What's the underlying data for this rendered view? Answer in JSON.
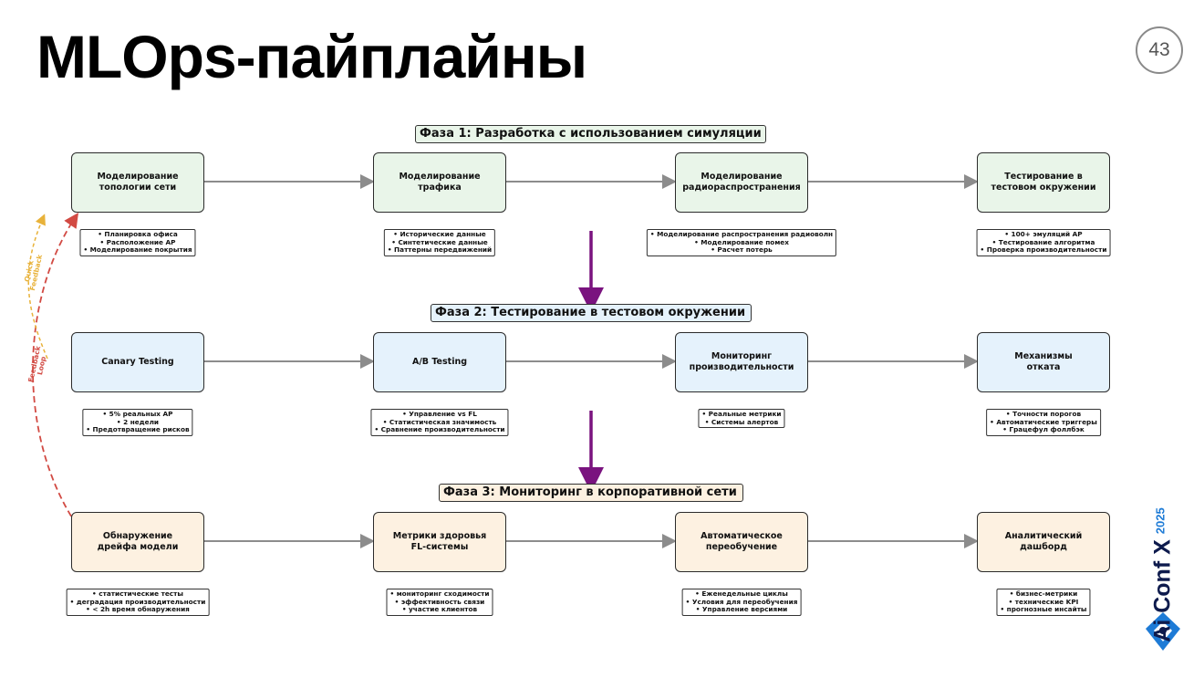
{
  "slide": {
    "title": "MLOps-пайплайны",
    "page_number": "43"
  },
  "colors": {
    "phase1": "#e9f5e9",
    "phase2": "#e5f2fc",
    "phase3": "#fdf1e1",
    "phase_arrow": "#7a137f",
    "connector": "#8c8c8c",
    "feedback_loop": "#d24a43",
    "quick_feedback": "#e8b23a"
  },
  "phases": [
    {
      "title": "Фаза 1: Разработка с использованием симуляции",
      "steps": [
        {
          "label": "Моделирование\nтопологии сети",
          "notes": [
            "• Планировка офиса",
            "• Расположение AP",
            "• Моделирование покрытия"
          ]
        },
        {
          "label": "Моделирование\nтрафика",
          "notes": [
            "• Исторические данные",
            "• Синтетические данные",
            "• Паттерны передвижений"
          ]
        },
        {
          "label": "Моделирование\nрадиораспространения",
          "notes": [
            "• Моделирование распространения радиоволн",
            "• Моделирование помех",
            "• Расчет потерь"
          ]
        },
        {
          "label": "Тестирование в\nтестовом окружении",
          "notes": [
            "• 100+ эмуляций AP",
            "• Тестирование алгоритма",
            "• Проверка производительности"
          ]
        }
      ]
    },
    {
      "title": "Фаза 2: Тестирование в тестовом окружении",
      "steps": [
        {
          "label": "Canary Testing",
          "notes": [
            "• 5% реальных AP",
            "• 2 недели",
            "• Предотвращение рисков"
          ]
        },
        {
          "label": "A/B Testing",
          "notes": [
            "• Управление vs FL",
            "• Статистическая значимость",
            "• Сравнение производительности"
          ]
        },
        {
          "label": "Мониторинг\nпроизводительности",
          "notes": [
            "• Реальные метрики",
            "• Системы алертов"
          ]
        },
        {
          "label": "Механизмы\nотката",
          "notes": [
            "• Точности порогов",
            "• Автоматические триггеры",
            "• Грацефул фоллбэк"
          ]
        }
      ]
    },
    {
      "title": "Фаза 3: Мониторинг в корпоративной сети",
      "steps": [
        {
          "label": "Обнаружение\nдрейфа модели",
          "notes": [
            "• статистические тесты",
            "• деградация производительности",
            "• < 2h время обнаружения"
          ]
        },
        {
          "label": "Метрики здоровья\nFL-системы",
          "notes": [
            "• мониторинг сходимости",
            "• эффективность связи",
            "• участие клиентов"
          ]
        },
        {
          "label": "Автоматическое\nпереобучение",
          "notes": [
            "• Еженедельные циклы",
            "• Условия для переобучения",
            "• Управление версиями"
          ]
        },
        {
          "label": "Аналитический\nдашборд",
          "notes": [
            "• бизнес-метрики",
            "• технические KPI",
            "• прогнозные инсайты"
          ]
        }
      ]
    }
  ],
  "loops": {
    "feedback": "Feedback\nLoop",
    "quick": "Quick\nFeedback"
  },
  "brand": {
    "name": "Ai Conf X",
    "year": "2025"
  }
}
